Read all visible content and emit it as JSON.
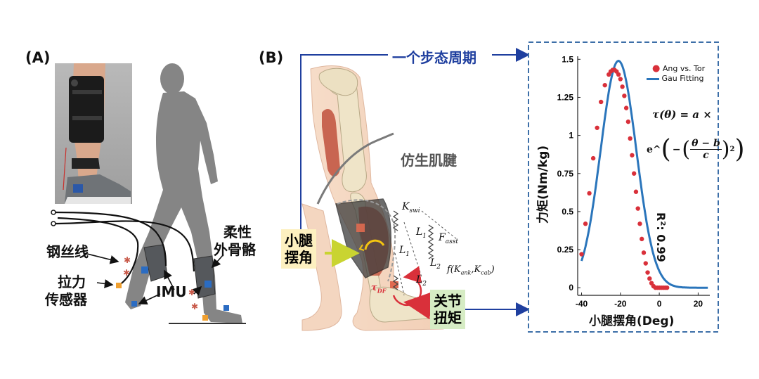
{
  "panel_a": {
    "letter": "(A)",
    "label_wire": "钢丝线",
    "label_sensor_l1": "拉力",
    "label_sensor_l2": "传感器",
    "label_imu": "IMU",
    "label_exo_l1": "柔性",
    "label_exo_l2": "外骨骼"
  },
  "panel_b": {
    "letter": "(B)",
    "gait_cycle": "一个步态周期",
    "bionic_tendon": "仿生肌腱",
    "shank_angle_l1": "小腿",
    "shank_angle_l2": "摆角",
    "joint_torque_l1": "关节",
    "joint_torque_l2": "扭矩",
    "k_swi": "K",
    "k_swi_sub": "swi",
    "f_asst": "F",
    "f_asst_sub": "asst",
    "l1": "L",
    "l2": "L",
    "func_label": "f(K",
    "func_ank_sub": "ank",
    "func_mid": ",K",
    "func_cab_sub": "cab",
    "func_end": ")",
    "tau_df": "τ",
    "tau_df_sub": "DF"
  },
  "colors": {
    "accent_blue": "#1f3f9f",
    "fit_line": "#2a75bb",
    "points": "#d9303a",
    "box_yellow": "#fdf0c0",
    "box_green": "#d6ecc4",
    "silhouette": "#858585"
  },
  "chart_data": {
    "type": "scatter",
    "xlabel": "小腿摆角(Deg)",
    "ylabel": "力矩(Nm/kg)",
    "xlim": [
      -42,
      26
    ],
    "ylim": [
      -0.05,
      1.52
    ],
    "xticks": [
      "-40",
      "-20",
      "0",
      "20"
    ],
    "yticks": [
      "0",
      "0.25",
      "0.5",
      "0.75",
      "1",
      "1.25",
      "1.5"
    ],
    "legend_position": "top-right",
    "grid": false,
    "series": [
      {
        "name": "Ang vs. Tor",
        "type": "scatter",
        "x": [
          -40,
          -38,
          -36,
          -34,
          -32,
          -30,
          -28,
          -26,
          -25,
          -24,
          -23,
          -22,
          -21,
          -20,
          -19,
          -18,
          -17,
          -16,
          -15,
          -14,
          -13,
          -12,
          -11,
          -10,
          -9,
          -8,
          -7,
          -6,
          -5,
          -4,
          -3,
          -2,
          -1,
          0,
          1,
          2,
          3,
          4
        ],
        "y": [
          0.22,
          0.42,
          0.62,
          0.85,
          1.05,
          1.22,
          1.33,
          1.4,
          1.42,
          1.43,
          1.43,
          1.42,
          1.4,
          1.37,
          1.32,
          1.26,
          1.18,
          1.09,
          0.98,
          0.87,
          0.75,
          0.63,
          0.52,
          0.42,
          0.32,
          0.23,
          0.16,
          0.1,
          0.06,
          0.03,
          0.01,
          0.0,
          0.0,
          0.0,
          0.0,
          0.0,
          0.0,
          0.0
        ]
      },
      {
        "name": "Gau Fitting",
        "type": "line",
        "a": 1.49,
        "b": -21.0,
        "c": 13.0
      }
    ],
    "formula_line1": "τ(θ) = a ×",
    "formula_line2_prefix": "e^",
    "formula_frac_num": "θ − b",
    "formula_frac_den": "c",
    "r2_label": "R²:  0.99"
  }
}
